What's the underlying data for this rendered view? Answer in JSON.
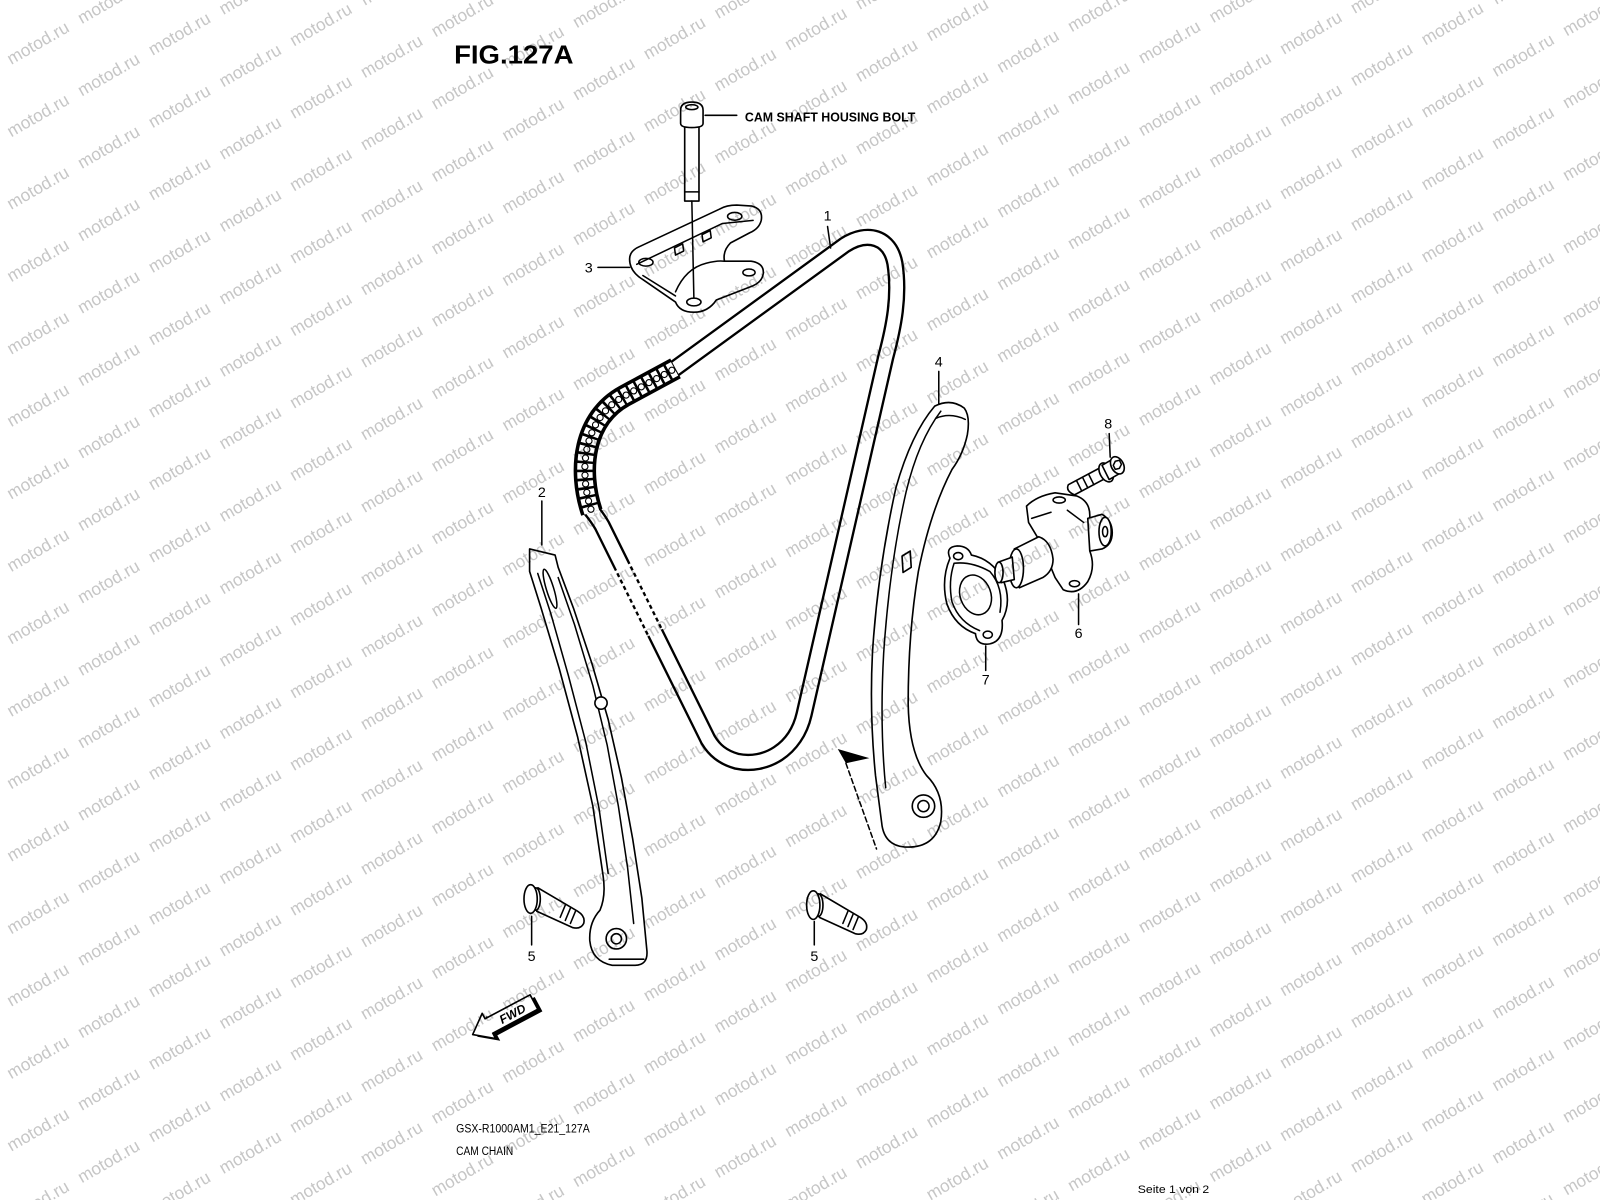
{
  "figure": {
    "title": "FIG.127A"
  },
  "callouts": {
    "cam_shaft_housing_bolt": "CAM SHAFT HOUSING BOLT"
  },
  "part_numbers": {
    "cam_chain": "1",
    "chain_guide_left": "2",
    "cam_shaft_housing": "3",
    "tensioner_guide": "4",
    "guide_bolt_left": "5",
    "guide_bolt_right": "5",
    "tensioner_adjuster": "6",
    "tensioner_gasket": "7",
    "tensioner_bolt": "8"
  },
  "direction_arrow": {
    "label": "FWD"
  },
  "footer": {
    "drawing_code": "GSX-R1000AM1_E21_127A",
    "drawing_name": "CAM CHAIN",
    "page_indicator": "Seite 1 von 2"
  },
  "watermark": {
    "text": "motod.ru",
    "color": "#c6c6c6"
  },
  "colors": {
    "line": "#000000",
    "background": "#ffffff"
  }
}
